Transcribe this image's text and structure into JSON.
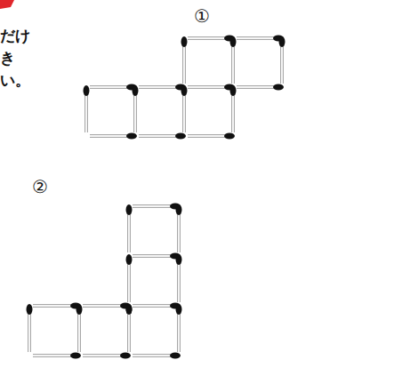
{
  "diagram": {
    "labels": [
      "①",
      "②",
      "だけ",
      "き",
      "い。"
    ]
  }
}
